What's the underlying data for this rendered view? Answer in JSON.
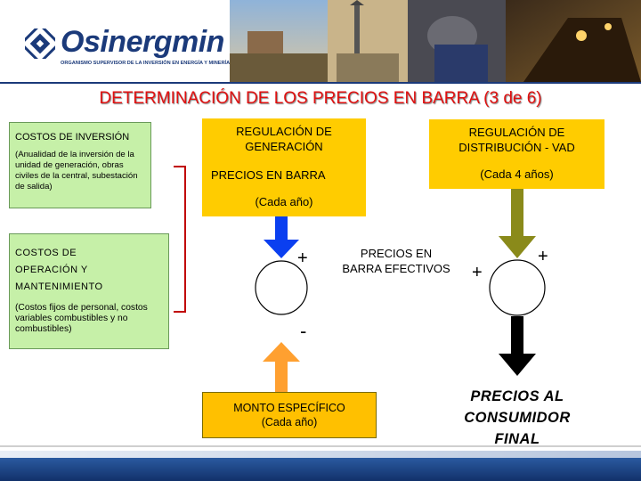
{
  "header": {
    "brand": "Osinergmin",
    "tagline": "ORGANISMO SUPERVISOR DE LA INVERSIÓN EN ENERGÍA Y MINERÍA",
    "title": "DETERMINACIÓN DE LOS PRECIOS EN BARRA (3 de 6)"
  },
  "costos_inversion": {
    "heading": "COSTOS DE INVERSIÓN",
    "detail": "(Anualidad de la inversión de la unidad de generación, obras civiles de la central, subestación de salida)"
  },
  "costos_operacion": {
    "heading_line1": "COSTOS DE",
    "heading_line2": "OPERACIÓN Y",
    "heading_line3": "MANTENIMIENTO",
    "detail": "(Costos fijos de personal, costos variables combustibles y no combustibles)"
  },
  "regulacion_generacion": {
    "line1": "REGULACIÓN DE",
    "line2": "GENERACIÓN",
    "line3": "PRECIOS EN BARRA",
    "line4": "(Cada año)"
  },
  "regulacion_distribucion": {
    "line1": "REGULACIÓN DE",
    "line2": "DISTRIBUCIÓN - VAD",
    "line3": "(Cada 4 años)"
  },
  "monto_especifico": {
    "line1": "MONTO ESPECÍFICO",
    "line2": "(Cada año)"
  },
  "precios_efectivos": {
    "line1": "PRECIOS EN",
    "line2": "BARRA EFECTIVOS"
  },
  "precios_consumidor": {
    "line1": "PRECIOS AL",
    "line2": "CONSUMIDOR",
    "line3": "FINAL"
  },
  "signs": {
    "plus": "+",
    "minus": "-"
  },
  "colors": {
    "title": "#e01010",
    "green_box": "#c6f0a8",
    "yellow_box": "#ffcc00",
    "orange_box": "#ffc000",
    "blue_arrow": "#0a3ff0",
    "olive_arrow": "#8a8a1a",
    "orange_arrow": "#ffa030",
    "black_arrow": "#000000",
    "connector": "#c00000",
    "brand": "#1b3a7a"
  },
  "icons": [
    "osinergmin-logo-icon",
    "header-photo-strip"
  ]
}
